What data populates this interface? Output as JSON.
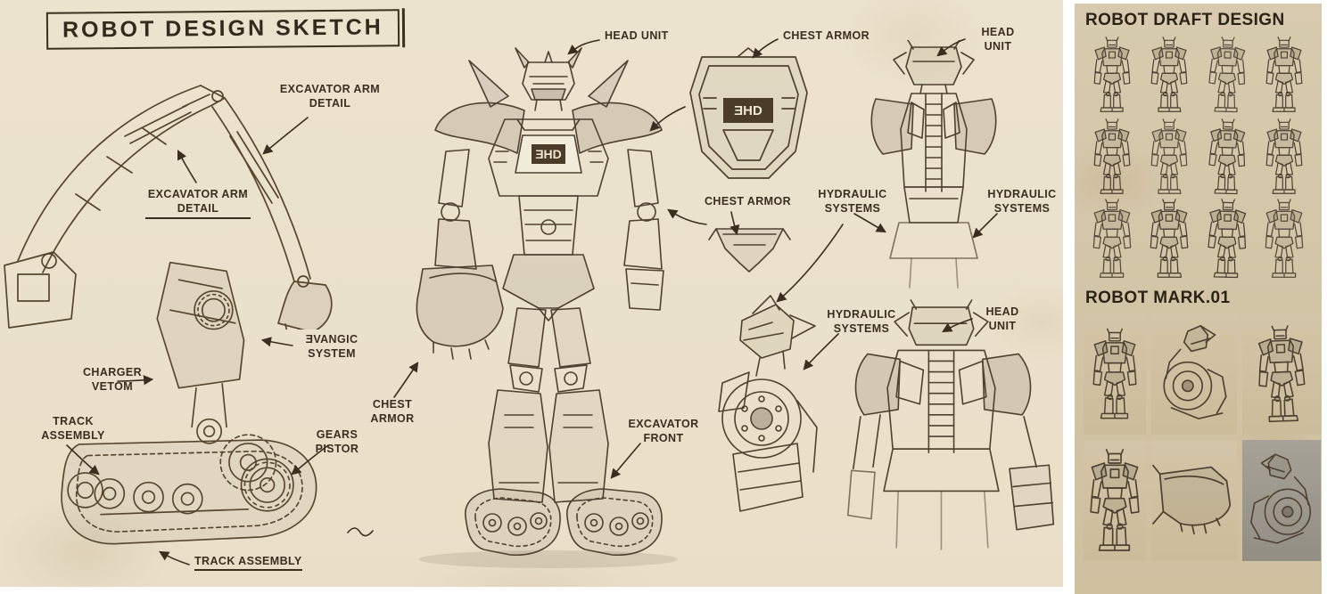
{
  "sheet": {
    "left": {
      "title": "ROBOT DESIGN SKETCH",
      "chest_logo": "ƎHD",
      "labels": {
        "excavator_arm_detail_top": "EXCAVATOR ARM DETAIL",
        "excavator_arm_detail_mid": "EXCAVATOR ARM DETAIL",
        "head_unit_main": "HEAD UNIT",
        "chest_armor_top": "CHEST ARMOR",
        "head_unit_back_top": "HEAD UNIT",
        "chest_armor_mid": "CHEST ARMOR",
        "hydraulic_systems_back_left": "HYDRAULIC SYSTEMS",
        "hydraulic_systems_back_right": "HYDRAULIC SYSTEMS",
        "gvangic_system": "ƎVANGIC SYSTEM",
        "charger_vetom": "CHARGER VETOM",
        "track_assembly_left": "TRACK ASSEMBLY",
        "gears_pistor": "GEARS PISTOR",
        "chest_armor_main": "CHEST ARMOR",
        "excavator_front": "EXCAVATOR FRONT",
        "hydraulic_systems_side": "HYDRAULIC SYSTEMS",
        "head_unit_back_bottom": "HEAD UNIT",
        "track_assembly_bottom": "TRACK ASSEMBLY"
      }
    },
    "right": {
      "title_top": "ROBOT DRAFT DESIGN",
      "title_bottom": "ROBOT MARK.01"
    },
    "colors": {
      "paper_left": "#ece3cf",
      "paper_right": "#d2c5a8",
      "ink": "#3a2f1e",
      "pencil": "#4f4130"
    }
  }
}
